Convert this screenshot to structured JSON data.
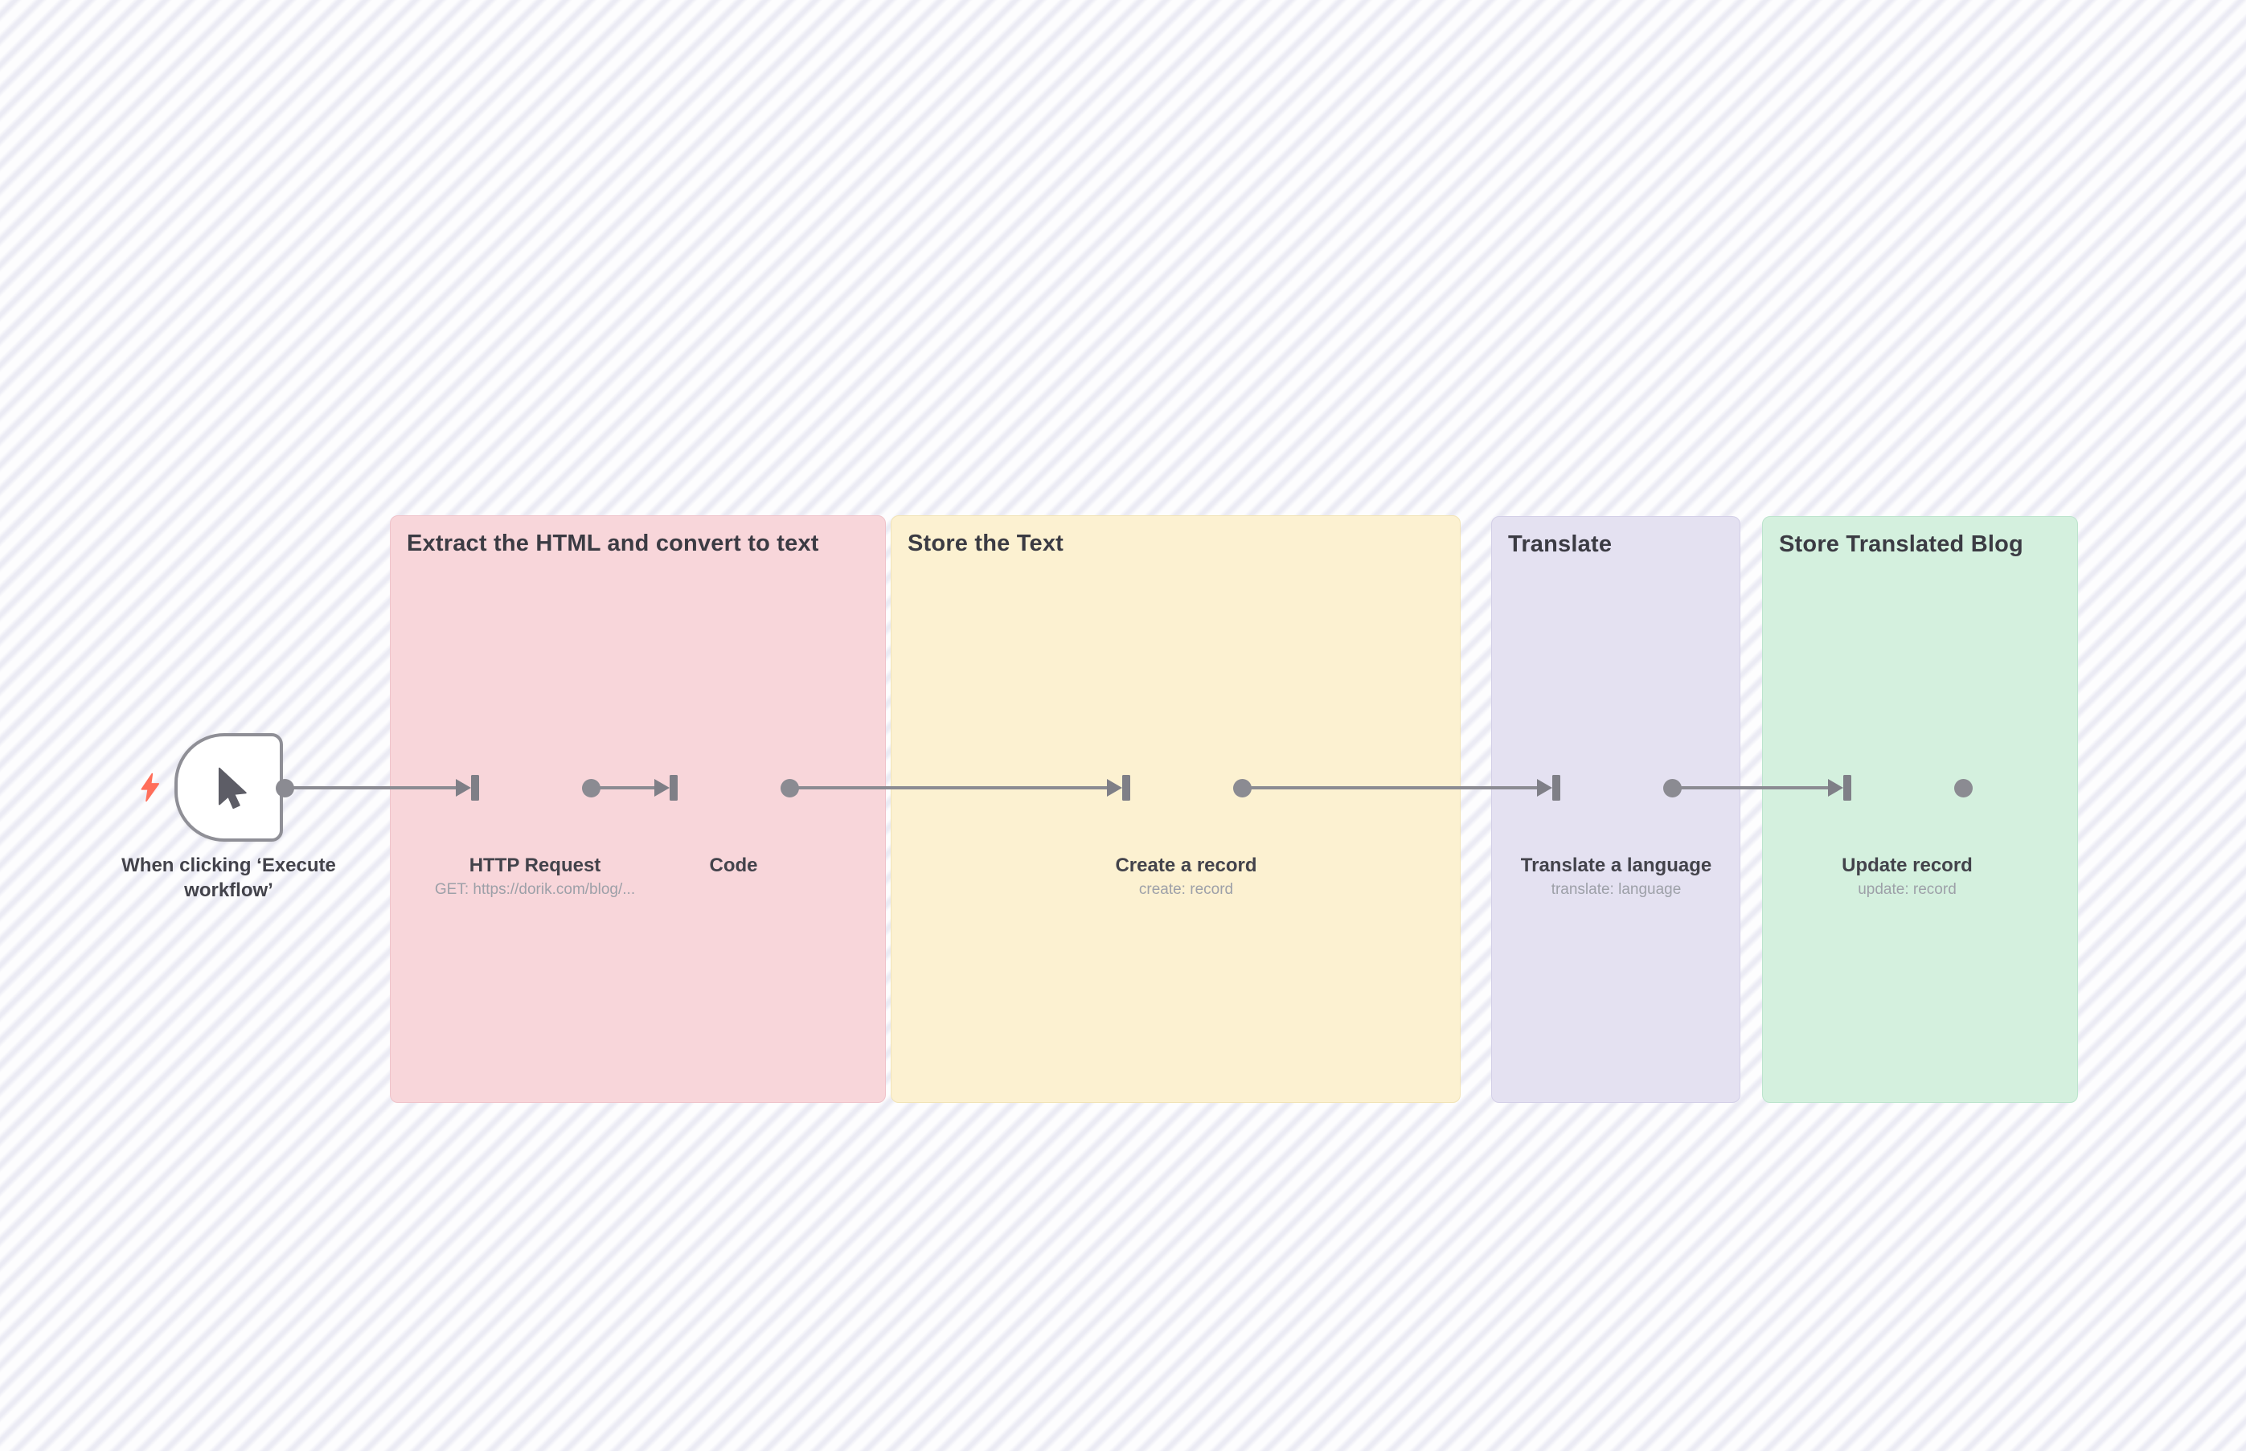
{
  "groups": [
    {
      "id": "extract-html",
      "label": "Extract the HTML and convert to text",
      "color": "#f8d6da",
      "border": "#efc3ca"
    },
    {
      "id": "store-text",
      "label": "Store the Text",
      "color": "#fcf1d1",
      "border": "#f1e3b6"
    },
    {
      "id": "translate",
      "label": "Translate",
      "color": "#e4e1f1",
      "border": "#d3cfe7"
    },
    {
      "id": "store-translated-blog",
      "label": "Store Translated Blog",
      "color": "#d4f0de",
      "border": "#bce4cd"
    }
  ],
  "nodes": [
    {
      "id": "manual-trigger",
      "label": "When clicking ‘Execute workflow’",
      "sublabel": "",
      "icon": "cursor-icon",
      "type": "trigger"
    },
    {
      "id": "http-request",
      "label": "HTTP Request",
      "sublabel": "GET: https://dorik.com/blog/...",
      "icon": "globe-icon",
      "type": "action"
    },
    {
      "id": "code",
      "label": "Code",
      "sublabel": "",
      "icon": "curly-braces-icon",
      "type": "action"
    },
    {
      "id": "create-record",
      "label": "Create a record",
      "sublabel": "create: record",
      "icon": "airtable-icon",
      "type": "action"
    },
    {
      "id": "translate-language",
      "label": "Translate a language",
      "sublabel": "translate: language",
      "icon": "google-translate-icon",
      "type": "action"
    },
    {
      "id": "update-record",
      "label": "Update record",
      "sublabel": "update: record",
      "icon": "airtable-icon",
      "type": "action"
    }
  ],
  "colors": {
    "trigger_bolt": "#ff6e5a",
    "node_border": "#8f8f96",
    "connector": "#8b8b92",
    "input_port": "#7f7f87",
    "cursor": "#5d5d66",
    "globe": "#4a47dc",
    "braces": "#fd9a20",
    "airtable_yellow": "#FCB400",
    "airtable_pink": "#F82B60",
    "airtable_blue": "#18BFFF",
    "gtranslate_blue": "#447ff0",
    "gtranslate_doc": "#e9ebee"
  }
}
